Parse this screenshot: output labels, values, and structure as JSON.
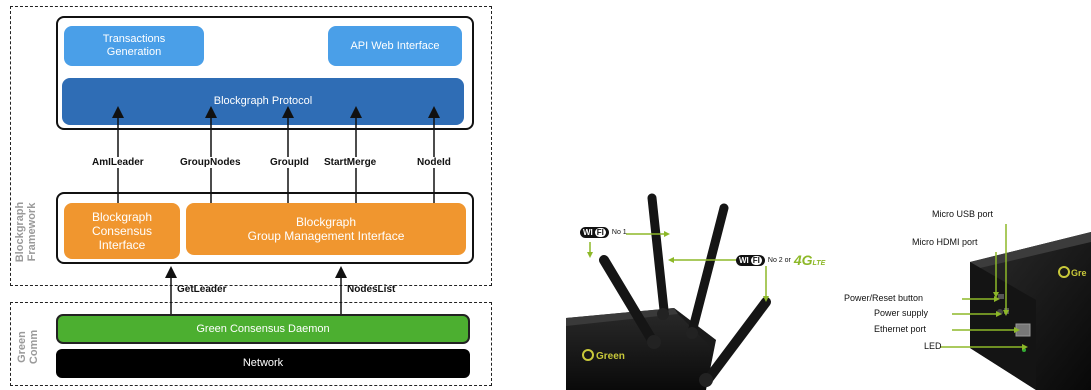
{
  "diagram": {
    "blockgraph_framework_label": "Blockgraph\nFramework",
    "green_comm_label": "Green\nComm",
    "transactions_generation": "Transactions\nGeneration",
    "api_web_interface": "API Web Interface",
    "blockgraph_protocol": "Blockgraph Protocol",
    "consensus_interface": "Blockgraph\nConsensus\nInterface",
    "group_management_interface": "Blockgraph\nGroup Management Interface",
    "green_consensus_daemon": "Green Consensus Daemon",
    "network": "Network",
    "upper_arrows": [
      "AmILeader",
      "GroupNodes",
      "GroupId",
      "StartMerge",
      "NodeId"
    ],
    "lower_arrows": [
      "GetLeader",
      "NodesList"
    ],
    "colors": {
      "light_blue": "#4a9fe8",
      "dark_blue": "#2f6db5",
      "orange": "#f0962f",
      "green": "#4caf30",
      "black": "#000000"
    }
  },
  "photo_antennas": {
    "wifi_badge": "WI",
    "wifi_badge_fi": "FI",
    "wifi1_suffix": "No 1",
    "wifi2_suffix": "No 2 or",
    "lte_big": "4G",
    "lte_small": "LTE",
    "device_logo": "Green"
  },
  "photo_ports": {
    "labels": [
      "Micro USB port",
      "Micro HDMI port",
      "Power/Reset button",
      "Power supply",
      "Ethernet port",
      "LED"
    ],
    "device_logo": "Gre"
  }
}
